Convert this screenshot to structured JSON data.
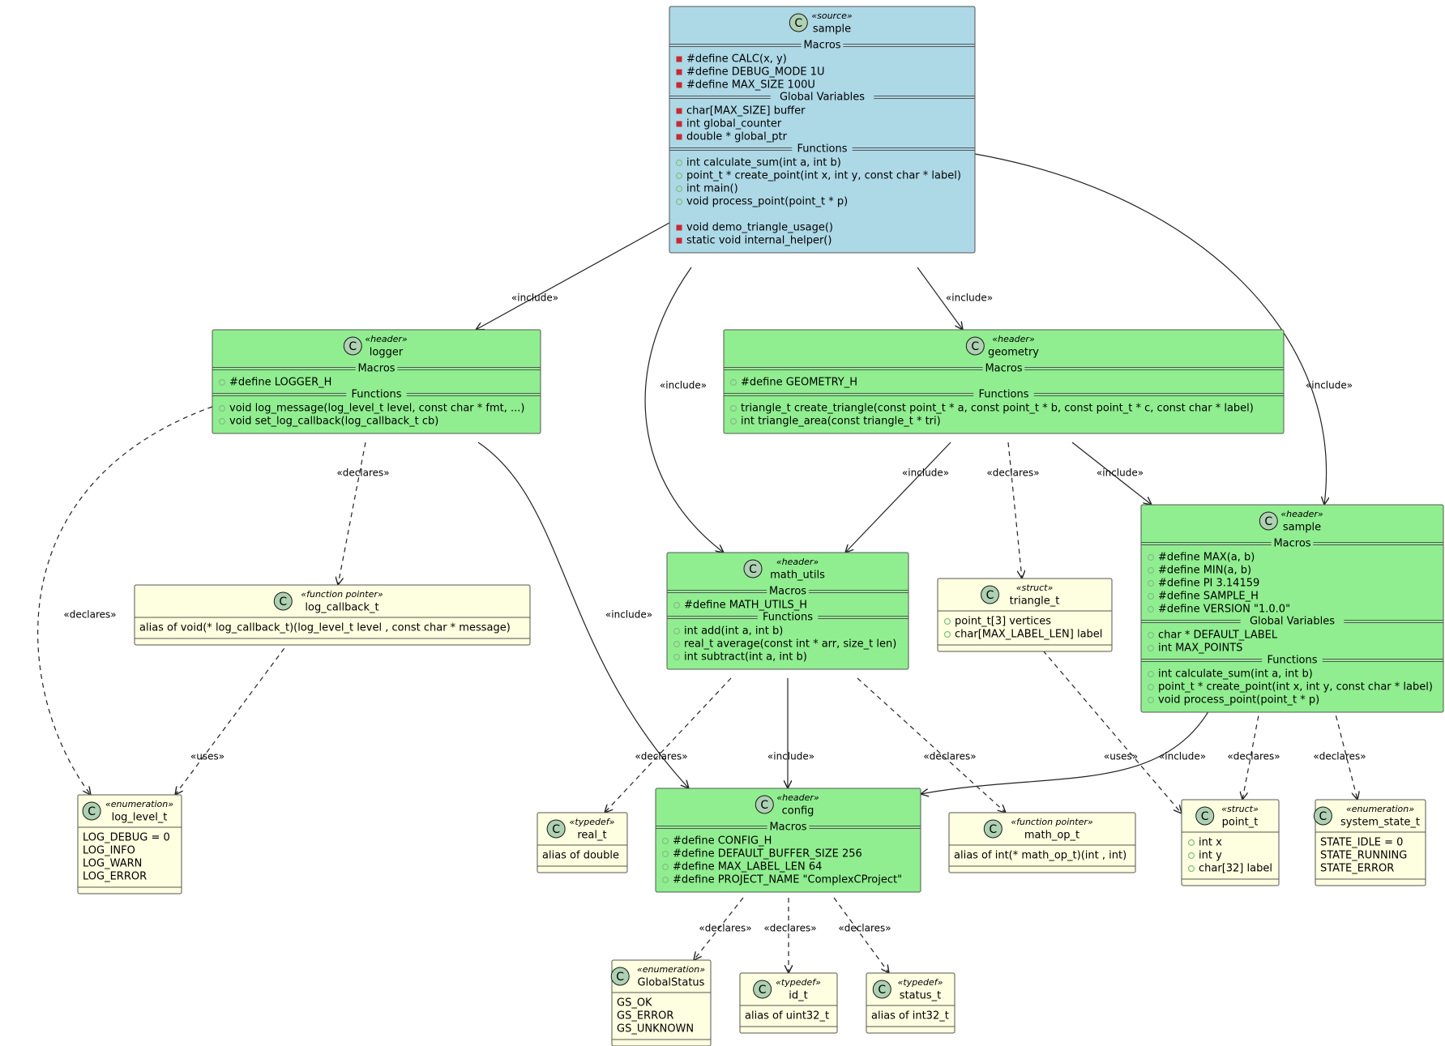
{
  "colors": {
    "source_fill": "#ADD8E6",
    "header_fill": "#90EE90",
    "type_fill": "#FEFEE0",
    "border": "#555555",
    "circle_fill": "#ADD1B2",
    "public_dot": "#84BE84",
    "private_dot": "#C82930",
    "edge": "#222222"
  },
  "icon": {
    "letter": "C"
  },
  "nodes": [
    {
      "id": "sample_src",
      "kind": "source",
      "stereotype": "«source»",
      "name": "sample",
      "sections": [
        {
          "title": "Macros",
          "items": [
            {
              "vis": "private",
              "text": "#define CALC(x, y)"
            },
            {
              "vis": "private",
              "text": "#define DEBUG_MODE 1U"
            },
            {
              "vis": "private",
              "text": "#define MAX_SIZE 100U"
            }
          ]
        },
        {
          "title": "Global Variables",
          "items": [
            {
              "vis": "private",
              "text": "char[MAX_SIZE] buffer"
            },
            {
              "vis": "private",
              "text": "int global_counter"
            },
            {
              "vis": "private",
              "text": "double * global_ptr"
            }
          ]
        },
        {
          "title": "Functions",
          "items": [
            {
              "vis": "public",
              "text": "int calculate_sum(int a, int b)"
            },
            {
              "vis": "public",
              "text": "point_t * create_point(int x, int y, const char * label)"
            },
            {
              "vis": "public",
              "text": "int main()"
            },
            {
              "vis": "public",
              "text": "void process_point(point_t * p)"
            },
            {
              "vis": "none",
              "text": ""
            },
            {
              "vis": "private",
              "text": "void demo_triangle_usage()"
            },
            {
              "vis": "private",
              "text": "static void internal_helper()"
            }
          ]
        }
      ]
    },
    {
      "id": "logger",
      "kind": "header",
      "stereotype": "«header»",
      "name": "logger",
      "sections": [
        {
          "title": "Macros",
          "items": [
            {
              "vis": "public",
              "text": "#define LOGGER_H"
            }
          ]
        },
        {
          "title": "Functions",
          "items": [
            {
              "vis": "public",
              "text": "void log_message(log_level_t level, const char * fmt, ...)"
            },
            {
              "vis": "public",
              "text": "void set_log_callback(log_callback_t cb)"
            }
          ]
        }
      ]
    },
    {
      "id": "geometry",
      "kind": "header",
      "stereotype": "«header»",
      "name": "geometry",
      "sections": [
        {
          "title": "Macros",
          "items": [
            {
              "vis": "public",
              "text": "#define GEOMETRY_H"
            }
          ]
        },
        {
          "title": "Functions",
          "items": [
            {
              "vis": "public",
              "text": "triangle_t create_triangle(const point_t * a, const point_t * b, const point_t * c, const char * label)"
            },
            {
              "vis": "public",
              "text": "int triangle_area(const triangle_t * tri)"
            }
          ]
        }
      ]
    },
    {
      "id": "sample_hdr",
      "kind": "header",
      "stereotype": "«header»",
      "name": "sample",
      "sections": [
        {
          "title": "Macros",
          "items": [
            {
              "vis": "public",
              "text": "#define MAX(a, b)"
            },
            {
              "vis": "public",
              "text": "#define MIN(a, b)"
            },
            {
              "vis": "public",
              "text": "#define PI 3.14159"
            },
            {
              "vis": "public",
              "text": "#define SAMPLE_H"
            },
            {
              "vis": "public",
              "text": "#define VERSION \"1.0.0\""
            }
          ]
        },
        {
          "title": "Global Variables",
          "items": [
            {
              "vis": "public",
              "text": "char * DEFAULT_LABEL"
            },
            {
              "vis": "public",
              "text": "int MAX_POINTS"
            }
          ]
        },
        {
          "title": "Functions",
          "items": [
            {
              "vis": "public",
              "text": "int calculate_sum(int a, int b)"
            },
            {
              "vis": "public",
              "text": "point_t * create_point(int x, int y, const char * label)"
            },
            {
              "vis": "public",
              "text": "void process_point(point_t * p)"
            }
          ]
        }
      ]
    },
    {
      "id": "math_utils",
      "kind": "header",
      "stereotype": "«header»",
      "name": "math_utils",
      "sections": [
        {
          "title": "Macros",
          "items": [
            {
              "vis": "public",
              "text": "#define MATH_UTILS_H"
            }
          ]
        },
        {
          "title": "Functions",
          "items": [
            {
              "vis": "public",
              "text": "int add(int a, int b)"
            },
            {
              "vis": "public",
              "text": "real_t average(const int * arr, size_t len)"
            },
            {
              "vis": "public",
              "text": "int subtract(int a, int b)"
            }
          ]
        }
      ]
    },
    {
      "id": "log_callback_t",
      "kind": "type",
      "stereotype": "«function pointer»",
      "name": "log_callback_t",
      "lines": [
        "alias of void(* log_callback_t)(log_level_t level , const char * message)"
      ]
    },
    {
      "id": "triangle_t",
      "kind": "type",
      "stereotype": "«struct»",
      "name": "triangle_t",
      "items": [
        {
          "vis": "public",
          "text": "point_t[3] vertices"
        },
        {
          "vis": "public",
          "text": "char[MAX_LABEL_LEN] label"
        }
      ]
    },
    {
      "id": "log_level_t",
      "kind": "type",
      "stereotype": "«enumeration»",
      "name": "log_level_t",
      "lines": [
        "LOG_DEBUG = 0",
        "LOG_INFO",
        "LOG_WARN",
        "LOG_ERROR"
      ]
    },
    {
      "id": "real_t",
      "kind": "type",
      "stereotype": "«typedef»",
      "name": "real_t",
      "lines": [
        "alias of double"
      ]
    },
    {
      "id": "config",
      "kind": "header",
      "stereotype": "«header»",
      "name": "config",
      "sections": [
        {
          "title": "Macros",
          "items": [
            {
              "vis": "public",
              "text": "#define CONFIG_H"
            },
            {
              "vis": "public",
              "text": "#define DEFAULT_BUFFER_SIZE 256"
            },
            {
              "vis": "public",
              "text": "#define MAX_LABEL_LEN 64"
            },
            {
              "vis": "public",
              "text": "#define PROJECT_NAME \"ComplexCProject\""
            }
          ]
        }
      ]
    },
    {
      "id": "math_op_t",
      "kind": "type",
      "stereotype": "«function pointer»",
      "name": "math_op_t",
      "lines": [
        "alias of int(* math_op_t)(int , int)"
      ]
    },
    {
      "id": "point_t",
      "kind": "type",
      "stereotype": "«struct»",
      "name": "point_t",
      "items": [
        {
          "vis": "public",
          "text": "int x"
        },
        {
          "vis": "public",
          "text": "int y"
        },
        {
          "vis": "public",
          "text": "char[32] label"
        }
      ]
    },
    {
      "id": "system_state_t",
      "kind": "type",
      "stereotype": "«enumeration»",
      "name": "system_state_t",
      "lines": [
        "STATE_IDLE = 0",
        "STATE_RUNNING",
        "STATE_ERROR"
      ]
    },
    {
      "id": "GlobalStatus",
      "kind": "type",
      "stereotype": "«enumeration»",
      "name": "GlobalStatus",
      "lines": [
        "GS_OK",
        "GS_ERROR",
        "GS_UNKNOWN"
      ]
    },
    {
      "id": "id_t",
      "kind": "type",
      "stereotype": "«typedef»",
      "name": "id_t",
      "lines": [
        "alias of uint32_t"
      ]
    },
    {
      "id": "status_t",
      "kind": "type",
      "stereotype": "«typedef»",
      "name": "status_t",
      "lines": [
        "alias of int32_t"
      ]
    }
  ],
  "edges": [
    {
      "from": "sample_src",
      "to": "logger",
      "label": "«include»",
      "style": "solid"
    },
    {
      "from": "sample_src",
      "to": "math_utils",
      "label": "«include»",
      "style": "solid"
    },
    {
      "from": "sample_src",
      "to": "geometry",
      "label": "«include»",
      "style": "solid"
    },
    {
      "from": "sample_src",
      "to": "sample_hdr",
      "label": "«include»",
      "style": "solid"
    },
    {
      "from": "logger",
      "to": "log_level_t",
      "label": "«declares»",
      "style": "dashed"
    },
    {
      "from": "logger",
      "to": "log_callback_t",
      "label": "«declares»",
      "style": "dashed"
    },
    {
      "from": "logger",
      "to": "config",
      "label": "«include»",
      "style": "solid"
    },
    {
      "from": "log_callback_t",
      "to": "log_level_t",
      "label": "«uses»",
      "style": "dashed"
    },
    {
      "from": "geometry",
      "to": "math_utils",
      "label": "«include»",
      "style": "solid"
    },
    {
      "from": "geometry",
      "to": "triangle_t",
      "label": "«declares»",
      "style": "dashed"
    },
    {
      "from": "geometry",
      "to": "sample_hdr",
      "label": "«include»",
      "style": "solid"
    },
    {
      "from": "math_utils",
      "to": "real_t",
      "label": "«declares»",
      "style": "dashed"
    },
    {
      "from": "math_utils",
      "to": "config",
      "label": "«include»",
      "style": "solid"
    },
    {
      "from": "math_utils",
      "to": "math_op_t",
      "label": "«declares»",
      "style": "dashed"
    },
    {
      "from": "triangle_t",
      "to": "point_t",
      "label": "«uses»",
      "style": "dashed"
    },
    {
      "from": "sample_hdr",
      "to": "config",
      "label": "«include»",
      "style": "solid"
    },
    {
      "from": "sample_hdr",
      "to": "point_t",
      "label": "«declares»",
      "style": "dashed"
    },
    {
      "from": "sample_hdr",
      "to": "system_state_t",
      "label": "«declares»",
      "style": "dashed"
    },
    {
      "from": "config",
      "to": "GlobalStatus",
      "label": "«declares»",
      "style": "dashed"
    },
    {
      "from": "config",
      "to": "id_t",
      "label": "«declares»",
      "style": "dashed"
    },
    {
      "from": "config",
      "to": "status_t",
      "label": "«declares»",
      "style": "dashed"
    }
  ]
}
